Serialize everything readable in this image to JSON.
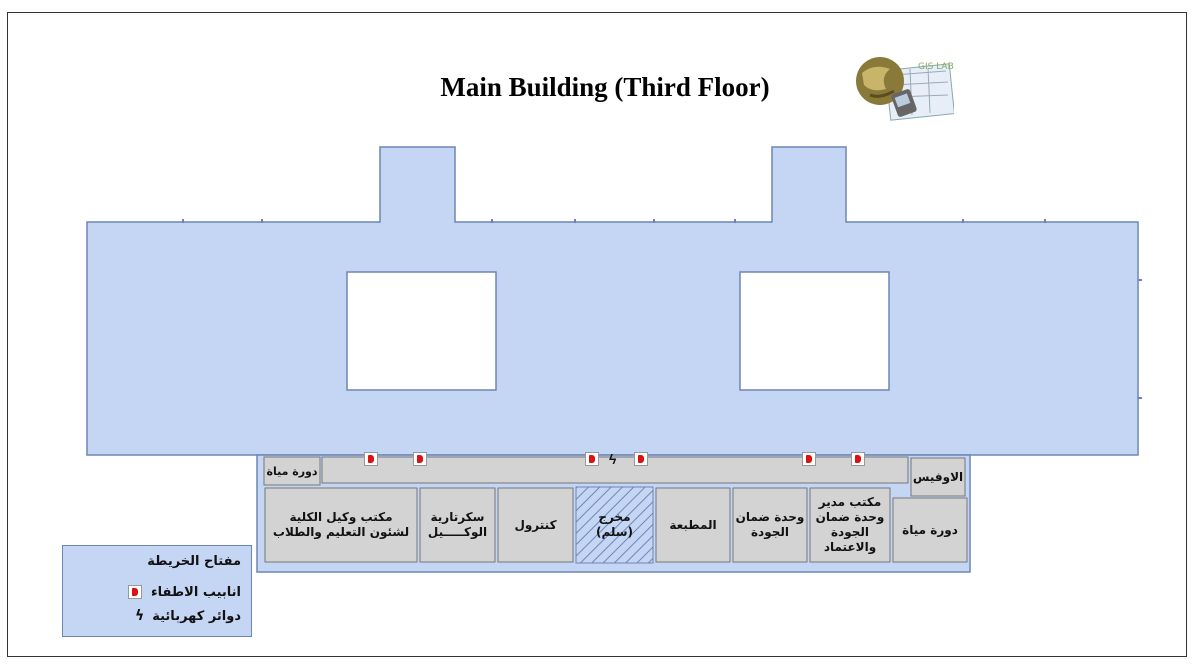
{
  "title": "Main Building (Third Floor)",
  "logo": {
    "text": "GIS LAB",
    "icon": "globe-gis-lab-logo"
  },
  "colors": {
    "floor": "#c5d6f5",
    "rooms": "#d3d3d3",
    "wall": "#6c86b4",
    "extinguisher": "#dd1111"
  },
  "rooms": {
    "wc_left": "دورة مياة",
    "vice_dean": "مكتب وكيل الكلية لشئون التعليم والطلاب",
    "secretary": "سكرتارية الوكـــــيل",
    "control": "كنترول",
    "exit_stairs": "مخرج (سلم)",
    "printing": "المطبعة",
    "quality_unit": "وحدة ضمان الجودة",
    "quality_director": "مكتب مدير وحدة ضمان الجودة والاعتماد",
    "office": "الاوفيس",
    "wc_right": "دورة مياة"
  },
  "legend": {
    "title": "مفتاح الخريطة",
    "extinguisher": "انابيب الاطفاء",
    "electrical": "دوائر كهربائية"
  }
}
